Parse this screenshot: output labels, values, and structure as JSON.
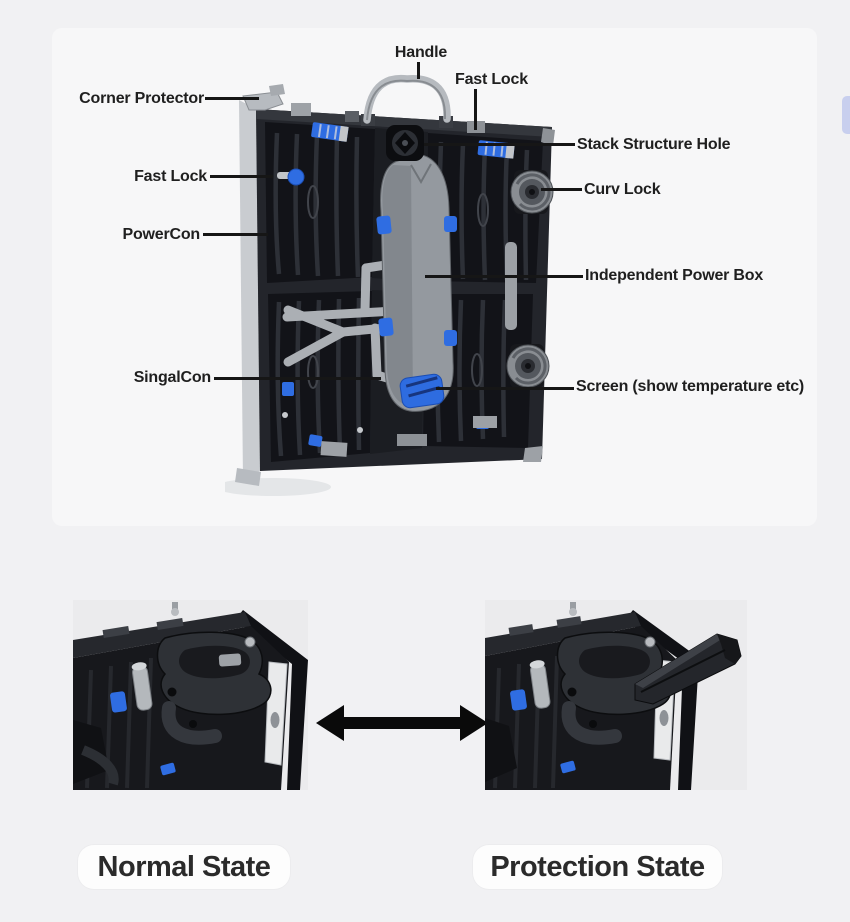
{
  "colors": {
    "accent_blue": "#2f6de2",
    "panel_dark": "#17181c",
    "leader_line": "#161616",
    "pill_background": "#fdfdfd",
    "page_background": "#f1f1f3"
  },
  "main_diagram": {
    "description": "Rear view of an LED display cabinet with labeled parts",
    "annotations": [
      {
        "id": "handle",
        "label": "Handle",
        "side": "top"
      },
      {
        "id": "fast-lock-top",
        "label": "Fast Lock",
        "side": "top"
      },
      {
        "id": "corner-protector",
        "label": "Corner Protector",
        "side": "left"
      },
      {
        "id": "fast-lock-left",
        "label": "Fast Lock",
        "side": "left"
      },
      {
        "id": "powercon",
        "label": "PowerCon",
        "side": "left"
      },
      {
        "id": "singalcon",
        "label": "SingalCon",
        "side": "left"
      },
      {
        "id": "stack-structure-hole",
        "label": "Stack Structure Hole",
        "side": "right"
      },
      {
        "id": "curv-lock",
        "label": "Curv Lock",
        "side": "right"
      },
      {
        "id": "independent-power-box",
        "label": "Independent Power Box",
        "side": "right"
      },
      {
        "id": "screen",
        "label": "Screen (show temperature etc)",
        "side": "right"
      }
    ]
  },
  "state_comparison": {
    "left_caption": "Normal State",
    "right_caption": "Protection State",
    "arrow": "double-headed horizontal arrow"
  }
}
